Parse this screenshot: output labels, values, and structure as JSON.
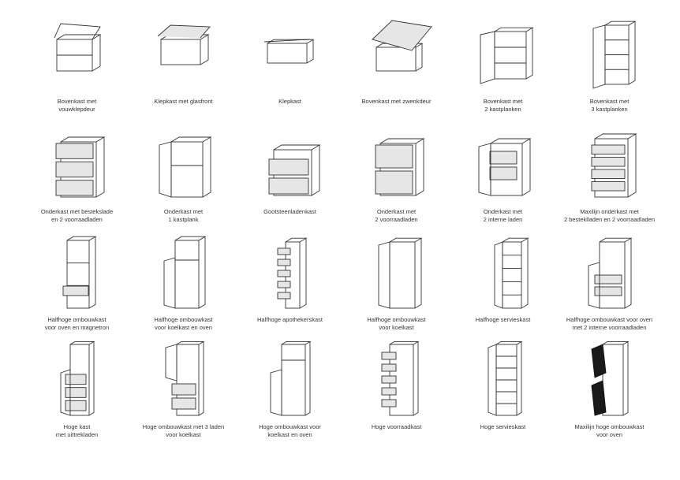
{
  "items": [
    {
      "label": "Bovenkast met\nvouwklepdeur",
      "icon": "wall-cabinet-folding-flap"
    },
    {
      "label": "Klepkast met glasfront",
      "icon": "flap-cabinet-glass"
    },
    {
      "label": "Klepkast",
      "icon": "flap-cabinet"
    },
    {
      "label": "Bovenkast met zwenkdeur",
      "icon": "wall-cabinet-swing-door"
    },
    {
      "label": "Bovenkast met\n2 kastplanken",
      "icon": "wall-cabinet-2-shelves"
    },
    {
      "label": "Bovenkast met\n3 kastplanken",
      "icon": "wall-cabinet-3-shelves"
    },
    {
      "label": "Onderkast met bestekslade\nen 2 voorraadladen",
      "icon": "base-cabinet-cutlery-drawers"
    },
    {
      "label": "Onderkast met\n1 kastplank",
      "icon": "base-cabinet-1-shelf"
    },
    {
      "label": "Gootsteenladenkast",
      "icon": "sink-drawer-cabinet"
    },
    {
      "label": "Onderkast met\n2 voorraadladen",
      "icon": "base-cabinet-2-drawers"
    },
    {
      "label": "Onderkast met\n2 interne laden",
      "icon": "base-cabinet-internal-drawers"
    },
    {
      "label": "Maxilijn onderkast met\n2 besteklladen en 2 voorraadladen",
      "icon": "maxi-base-cabinet"
    },
    {
      "label": "Halfhoge ombouwkast\nvoor oven en magnetron",
      "icon": "mid-tall-oven-microwave"
    },
    {
      "label": "Halfhoge ombouwkast\nvoor koelkast en oven",
      "icon": "mid-tall-fridge-oven"
    },
    {
      "label": "Halfhoge apothekerskast",
      "icon": "mid-tall-pullout-pantry"
    },
    {
      "label": "Halfhoge ombouwkast\nvoor koelkast",
      "icon": "mid-tall-fridge"
    },
    {
      "label": "Halfhoge servieskast",
      "icon": "mid-tall-dish-cabinet"
    },
    {
      "label": "Halfhoge ombouwkast voor oven\nmet 2 interne voorraadladen",
      "icon": "mid-tall-oven-drawers"
    },
    {
      "label": "Hoge kast\nmet uittrekladen",
      "icon": "tall-cabinet-pullouts"
    },
    {
      "label": "Hoge ombouwkast met 3 laden\nvoor koelkast",
      "icon": "tall-fridge-3-drawers"
    },
    {
      "label": "Hoge ombouwkast voor\nkoelkast en oven",
      "icon": "tall-fridge-oven"
    },
    {
      "label": "Hoge voorraadkast",
      "icon": "tall-pantry"
    },
    {
      "label": "Hoge servieskast",
      "icon": "tall-dish-cabinet"
    },
    {
      "label": "Maxilijn hoge ombouwkast\nvoor oven",
      "icon": "maxi-tall-oven"
    }
  ]
}
